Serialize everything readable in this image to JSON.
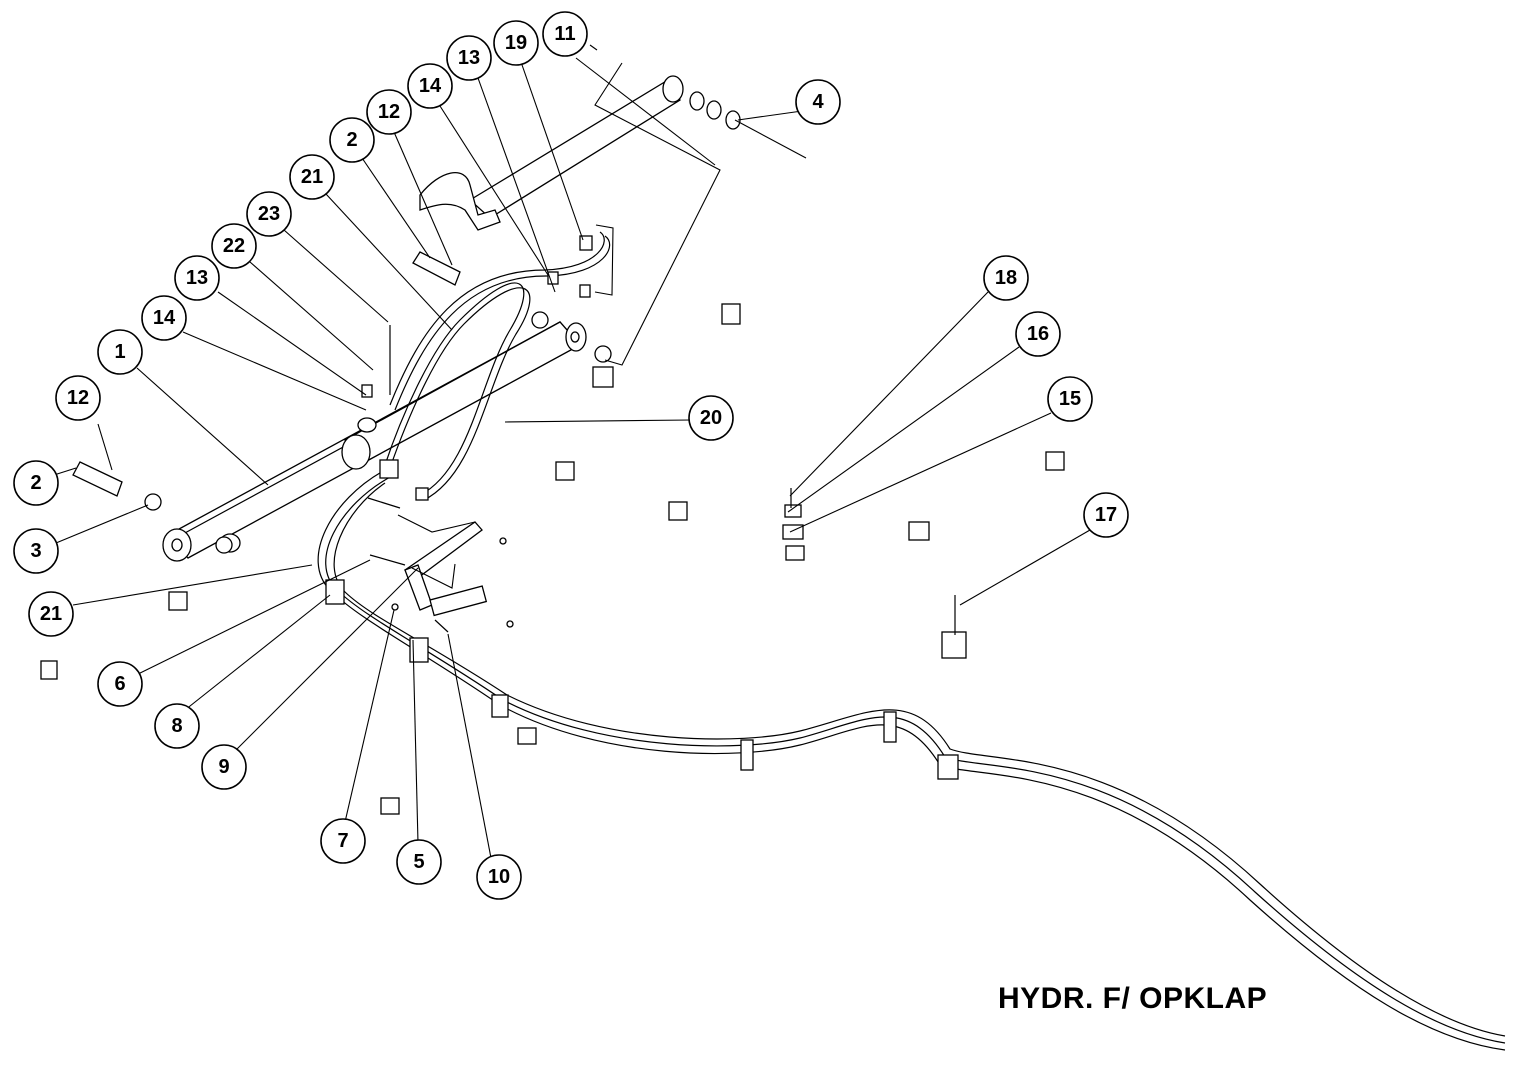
{
  "title": "HYDR. F/ OPKLAP",
  "callouts": [
    {
      "id": "c1",
      "label": "1"
    },
    {
      "id": "c2a",
      "label": "2"
    },
    {
      "id": "c2b",
      "label": "2"
    },
    {
      "id": "c3",
      "label": "3"
    },
    {
      "id": "c4",
      "label": "4"
    },
    {
      "id": "c5",
      "label": "5"
    },
    {
      "id": "c6",
      "label": "6"
    },
    {
      "id": "c7",
      "label": "7"
    },
    {
      "id": "c8",
      "label": "8"
    },
    {
      "id": "c9",
      "label": "9"
    },
    {
      "id": "c10",
      "label": "10"
    },
    {
      "id": "c11",
      "label": "11"
    },
    {
      "id": "c12a",
      "label": "12"
    },
    {
      "id": "c12b",
      "label": "12"
    },
    {
      "id": "c13a",
      "label": "13"
    },
    {
      "id": "c13b",
      "label": "13"
    },
    {
      "id": "c14a",
      "label": "14"
    },
    {
      "id": "c14b",
      "label": "14"
    },
    {
      "id": "c15",
      "label": "15"
    },
    {
      "id": "c16",
      "label": "16"
    },
    {
      "id": "c17",
      "label": "17"
    },
    {
      "id": "c18",
      "label": "18"
    },
    {
      "id": "c19",
      "label": "19"
    },
    {
      "id": "c20",
      "label": "20"
    },
    {
      "id": "c21a",
      "label": "21"
    },
    {
      "id": "c21b",
      "label": "21"
    },
    {
      "id": "c22",
      "label": "22"
    },
    {
      "id": "c23",
      "label": "23"
    }
  ]
}
